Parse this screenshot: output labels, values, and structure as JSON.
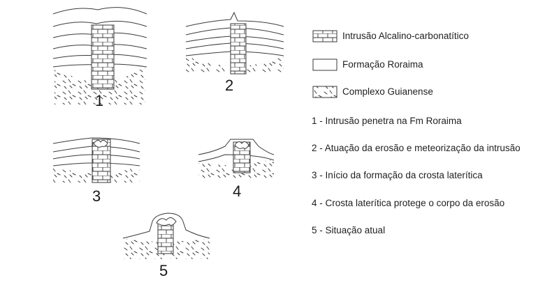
{
  "stages": [
    {
      "number": "1"
    },
    {
      "number": "2"
    },
    {
      "number": "3"
    },
    {
      "number": "4"
    },
    {
      "number": "5"
    }
  ],
  "legend": [
    {
      "pattern": "brick-icon",
      "label": "Intrusão Alcalino-carbonatítico"
    },
    {
      "pattern": "layered-icon",
      "label": "Formação Roraima"
    },
    {
      "pattern": "dashes-icon",
      "label": "Complexo Guianense"
    }
  ],
  "steps": [
    "1 - Intrusão penetra na Fm Roraima",
    "2 - Atuação da erosão e meteorização da intrusão",
    "3 - Início da formação da crosta laterítica",
    "4 - Crosta laterítica protege o corpo da erosão",
    "5 - Situação atual"
  ],
  "colors": {
    "line": "#3a3a3a",
    "text": "#1f1f1f",
    "background": "#ffffff"
  }
}
